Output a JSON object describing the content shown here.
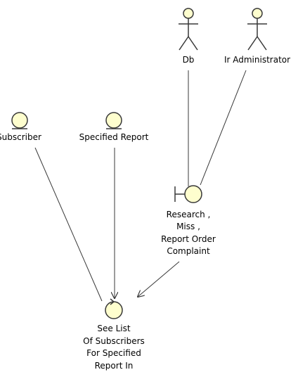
{
  "colors": {
    "line": "#383838",
    "fill": "#fefece",
    "shadow": "#cbcbcb",
    "text": "#000000"
  },
  "actors": {
    "db": {
      "label": "Db",
      "icon": "actor-stick-figure"
    },
    "ir_admin": {
      "label": "Ir Administrator",
      "icon": "actor-stick-figure"
    }
  },
  "entities": {
    "subscriber": {
      "label": "Subscriber",
      "icon": "entity-circle"
    },
    "specified_report": {
      "label": "Specified Report",
      "icon": "entity-circle"
    }
  },
  "boundary": {
    "icon": "boundary-circle",
    "lines": [
      "Research ,",
      "Miss ,",
      "Report Order",
      "Complaint"
    ]
  },
  "control": {
    "icon": "control-circle",
    "lines": [
      "See List",
      "Of Subscribers",
      "For Specified",
      "Report In"
    ]
  }
}
